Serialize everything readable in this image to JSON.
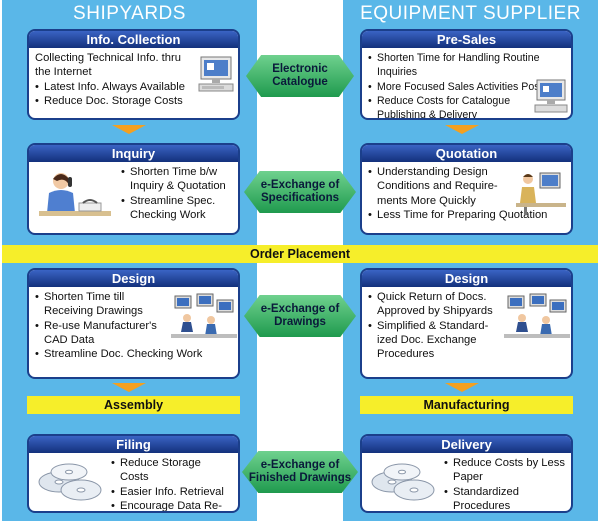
{
  "shipyards": {
    "title": "SHIPYARDS",
    "info_collection": {
      "title": "Info. Collection",
      "intro": [
        "Collecting Technical Info. thru",
        "the Internet"
      ],
      "bullets": [
        "Latest Info. Always Available",
        "Reduce Doc. Storage Costs"
      ]
    },
    "inquiry": {
      "title": "Inquiry",
      "bullets": [
        [
          "Shorten Time b/w",
          "Inquiry & Quotation"
        ],
        [
          "Streamline Spec.",
          "Checking Work"
        ]
      ]
    },
    "design": {
      "title": "Design",
      "bullets": [
        [
          "Shorten Time till",
          "Receiving Drawings"
        ],
        [
          "Re-use Manufacturer's",
          "CAD Data"
        ],
        [
          "Streamline Doc. Checking Work"
        ]
      ]
    },
    "assembly": "Assembly",
    "filing": {
      "title": "Filing",
      "bullets": [
        "Reduce Storage Costs",
        "Easier Info. Retrieval",
        "Encourage Data Re-use"
      ]
    }
  },
  "supplier": {
    "title": "EQUIPMENT SUPPLIER",
    "pre_sales": {
      "title": "Pre-Sales",
      "bullets": [
        [
          "Shorten Time for Handling Routine Inquiries"
        ],
        [
          "More Focused Sales Activities  Possible"
        ],
        [
          "Reduce Costs for Catalogue",
          "Publishing & Delivery"
        ]
      ]
    },
    "quotation": {
      "title": "Quotation",
      "bullets": [
        [
          "Understanding Design",
          "Conditions and Require-",
          "ments More Quickly"
        ],
        [
          "Less Time for Preparing Quotation"
        ]
      ]
    },
    "design": {
      "title": "Design",
      "bullets": [
        [
          "Quick Return of Docs.",
          "Approved by Shipyards"
        ],
        [
          "Simplified & Standard-",
          "ized Doc. Exchange",
          "Procedures"
        ]
      ]
    },
    "manufacturing": "Manufacturing",
    "delivery": {
      "title": "Delivery",
      "bullets": [
        [
          "Reduce Costs by Less",
          "Paper"
        ],
        [
          "Standardized Procedures"
        ]
      ]
    }
  },
  "order_placement": "Order Placement",
  "connectors": {
    "c1": [
      "Electronic",
      "Catalogue"
    ],
    "c2": [
      "e-Exchange of",
      "Specifications"
    ],
    "c3": [
      "e-Exchange of",
      "Drawings"
    ],
    "c4": [
      "e-Exchange of",
      "Finished Drawings"
    ]
  },
  "colors": {
    "column_bg": "#5ab7e8",
    "box_header": "#1b3f8b",
    "arrow": "#f4a020",
    "strip": "#f6ee2a",
    "connector": "#2fae5c"
  }
}
